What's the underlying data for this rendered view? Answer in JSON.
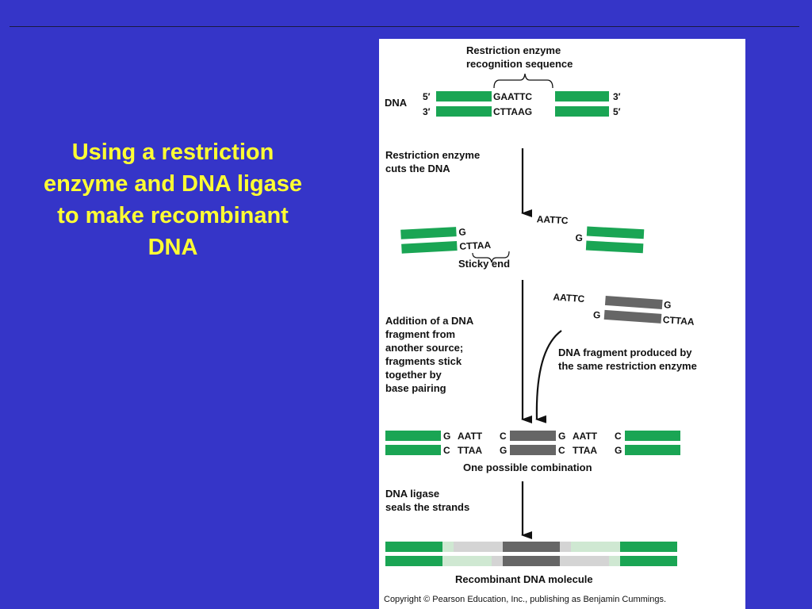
{
  "slide": {
    "title_lines": [
      "Using a restriction",
      "enzyme and DNA ligase",
      "to make recombinant",
      "DNA"
    ],
    "colors": {
      "background": "#3535c8",
      "title": "#ffff33",
      "dna_green": "#1aa554",
      "foreign_gray": "#666666",
      "light_green": "#cfe8d2",
      "light_gray": "#d4d4d4"
    }
  },
  "figure": {
    "recognition_label_1": "Restriction enzyme",
    "recognition_label_2": "recognition sequence",
    "dna_label": "DNA",
    "end_5": "5′",
    "end_3": "3′",
    "top_seq": "GAATTC",
    "bottom_seq": "CTTAAG",
    "step1_line1": "Restriction enzyme",
    "step1_line2": "cuts the DNA",
    "cut_left_top": "G",
    "cut_left_bottom": "CTTAA",
    "cut_right_top": "AATTC",
    "cut_right_bottom": "G",
    "sticky_end_label": "Sticky end",
    "step2_lines": [
      "Addition of a DNA",
      "fragment from",
      "another source;",
      "fragments stick",
      "together by",
      "base pairing"
    ],
    "fragment_top_left": "AATTC",
    "fragment_top_right": "G",
    "fragment_bottom_left": "G",
    "fragment_bottom_right": "CTTAA",
    "fragment_label_1": "DNA fragment produced by",
    "fragment_label_2": "the same restriction enzyme",
    "combo_top_1": "G",
    "combo_top_2": "AATT",
    "combo_top_3": "C",
    "combo_top_4": "G",
    "combo_top_5": "AATT",
    "combo_top_6": "C",
    "combo_bottom_1": "C",
    "combo_bottom_2": "TTAA",
    "combo_bottom_3": "G",
    "combo_bottom_4": "C",
    "combo_bottom_5": "TTAA",
    "combo_bottom_6": "G",
    "combination_label": "One possible combination",
    "step3_line1": "DNA ligase",
    "step3_line2": "seals the strands",
    "recombinant_label": "Recombinant DNA molecule",
    "copyright": "Copyright © Pearson Education, Inc., publishing as Benjamin Cummings."
  }
}
